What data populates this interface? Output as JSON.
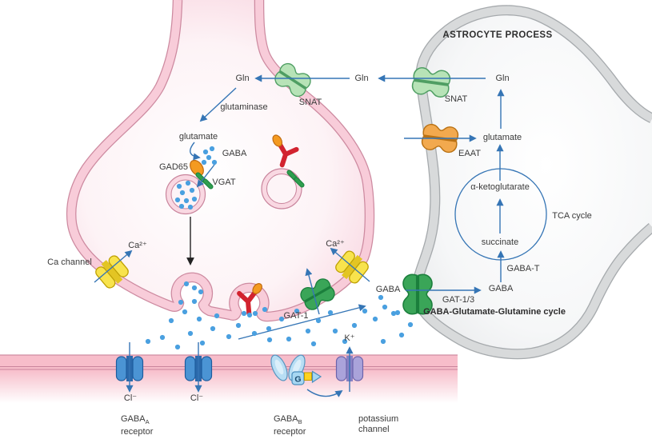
{
  "astrocyte": {
    "title": "ASTROCYTE PROCESS",
    "snat_label": "SNAT",
    "eaat_label": "EAAT",
    "gln_label": "Gln",
    "glutamate_label": "glutamate",
    "alpha_ketoglutarate_label": "α-ketoglutarate",
    "tca_cycle_label": "TCA cycle",
    "succinate_label": "succinate",
    "gaba_t_label": "GABA-T",
    "gaba_label": "GABA",
    "gat13_label": "GAT-1/3",
    "cycle_caption": "GABA-Glutamate-Glutamine cycle"
  },
  "terminal": {
    "gln_label": "Gln",
    "glutaminase_label": "glutaminase",
    "snat_label": "SNAT",
    "glutamate_label": "glutamate",
    "gaba_label": "GABA",
    "gad65_label": "GAD65",
    "vgat_label": "VGAT",
    "ca_channel_label": "Ca channel",
    "ca2_left_label": "Ca²⁺",
    "ca2_right_label": "Ca²⁺",
    "gat1_label": "GAT-1"
  },
  "cleft": {
    "gln_label": "Gln",
    "gaba_label": "GABA",
    "k_label": "K⁺"
  },
  "postsynaptic": {
    "cl_left_label": "Cl⁻",
    "cl_right_label": "Cl⁻",
    "gabaa_name": "GABA",
    "gabaa_sub": "A",
    "gabaa_word": "receptor",
    "gabab_name": "GABA",
    "gabab_sub": "B",
    "gabab_word": "receptor",
    "potassium_line1": "potassium",
    "potassium_line2": "channel",
    "g_protein_label": "G"
  },
  "colors": {
    "arrow_blue": "#3575b5",
    "gaba_dot_blue": "#4aa0e0",
    "membrane_pink": "#f8ccd9",
    "membrane_edge_pink": "#cd8aa0",
    "astrocyte_gray": "#d8dadb",
    "snat_green": "#b7e3b7",
    "gat_green": "#3aa558",
    "eaat_orange": "#f2a94e",
    "ca_channel_yellow": "#f8e34d",
    "gabaa_blue": "#4b94d4",
    "potassium_purple": "#aaa3da",
    "gabab_light_blue": "#b8def4",
    "g_protein_yellow": "#ffd21f",
    "antibody_red": "#d2232f",
    "gad65_orange": "#f49a20"
  }
}
